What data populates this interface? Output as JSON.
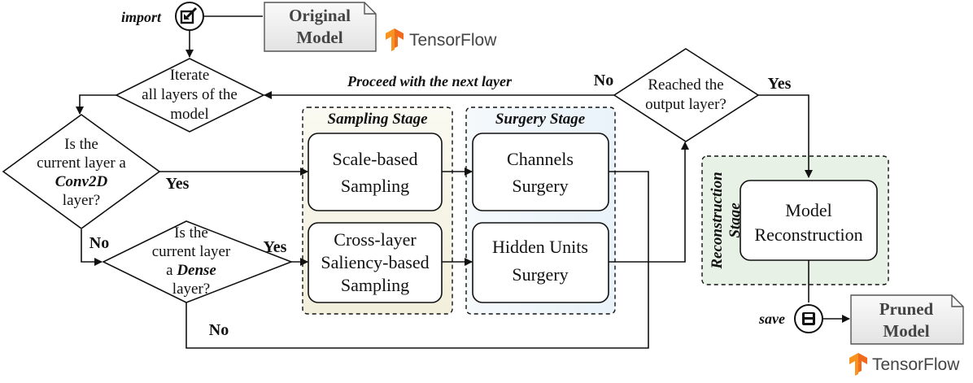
{
  "labels": {
    "import": "import",
    "save": "save",
    "proceed": "Proceed with the next layer",
    "no_top": "No",
    "yes_top": "Yes",
    "yes_conv": "Yes",
    "no_conv": "No",
    "yes_dense": "Yes",
    "no_dense": "No"
  },
  "docs": {
    "original": [
      "Original",
      "Model"
    ],
    "pruned": [
      "Pruned",
      "Model"
    ],
    "tensorflow": "TensorFlow"
  },
  "decisions": {
    "iterate": [
      "Iterate",
      "all layers of the",
      "model"
    ],
    "conv2d": [
      "Is the",
      "current layer a",
      "Conv2D",
      "layer?"
    ],
    "dense": [
      "Is the",
      "current layer",
      "a ",
      "Dense",
      "layer?"
    ],
    "output": [
      "Reached the",
      "output layer?"
    ]
  },
  "stages": {
    "sampling": "Sampling Stage",
    "surgery": "Surgery Stage",
    "reconstruction": [
      "Reconstruction",
      "Stage"
    ]
  },
  "boxes": {
    "scale": [
      "Scale-based",
      "Sampling"
    ],
    "cross": [
      "Cross-layer",
      "Saliency-based",
      "Sampling"
    ],
    "channels": [
      "Channels",
      "Surgery"
    ],
    "hidden": [
      "Hidden Units",
      "Surgery"
    ],
    "recon": [
      "Model",
      "Reconstruction"
    ]
  },
  "colors": {
    "sampling_bg": "#f7f6ec",
    "surgery_bg": "#f0f6fb",
    "recon_bg": "#e8f1e5",
    "tf_orange": "#f5841f",
    "doc_fill": "#eeeeee"
  }
}
